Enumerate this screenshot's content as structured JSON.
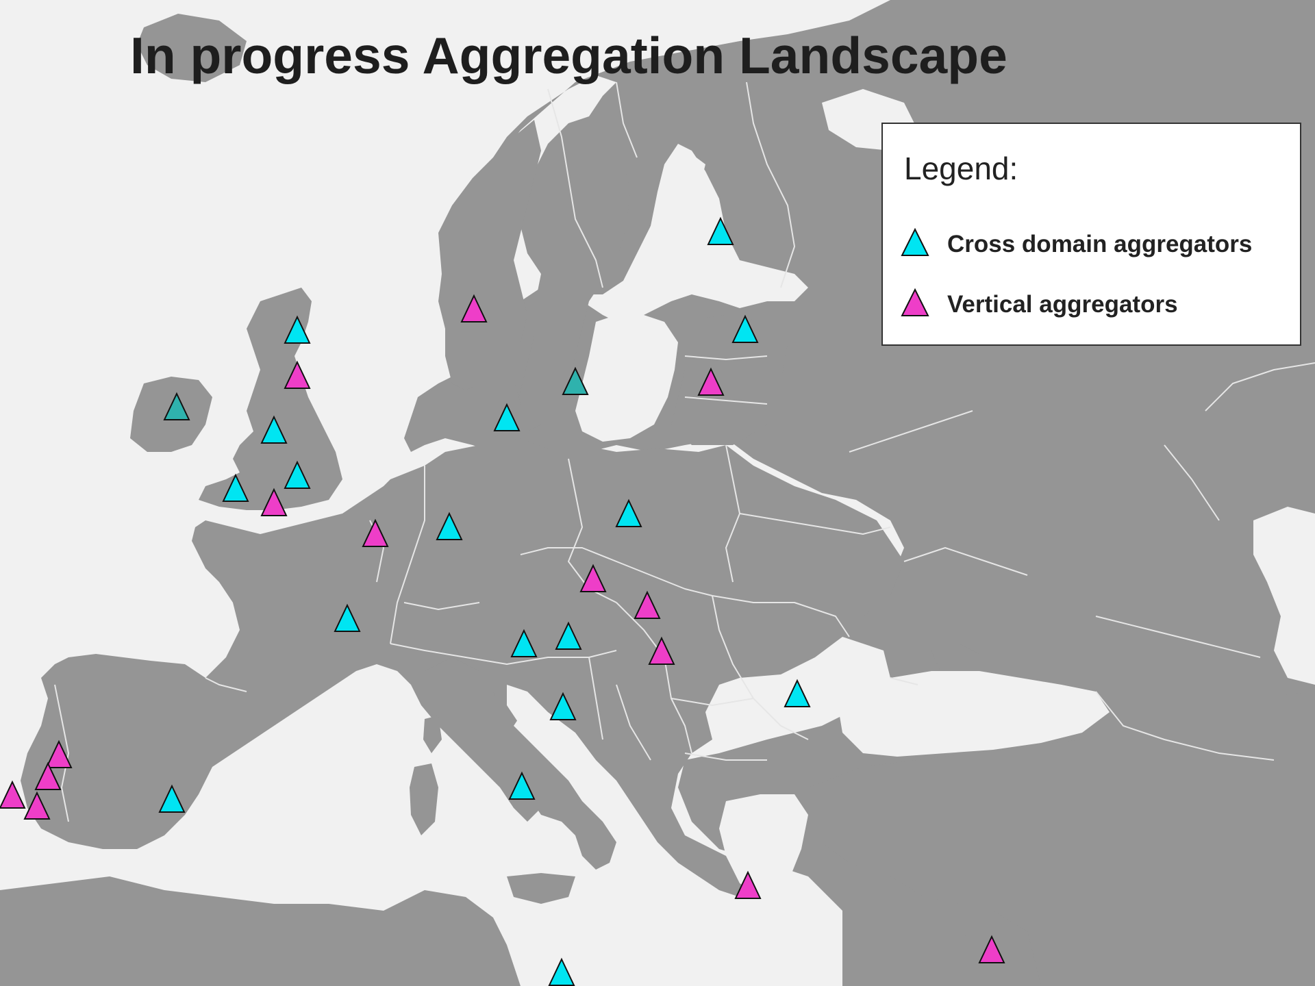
{
  "title": "In progress Aggregation Landscape",
  "legend": {
    "title": "Legend:",
    "items": [
      {
        "label": "Cross domain aggregators",
        "color": "#00e5f2"
      },
      {
        "label": "Vertical aggregators",
        "color": "#ee3ec8"
      }
    ]
  },
  "colors": {
    "land": "#959595",
    "sea": "#f1f1f1",
    "border": "#e6e6e6",
    "cross_domain": "#00e5f2",
    "cross_domain_dark": "#2fb2ad",
    "vertical": "#ee3ec8"
  }
}
